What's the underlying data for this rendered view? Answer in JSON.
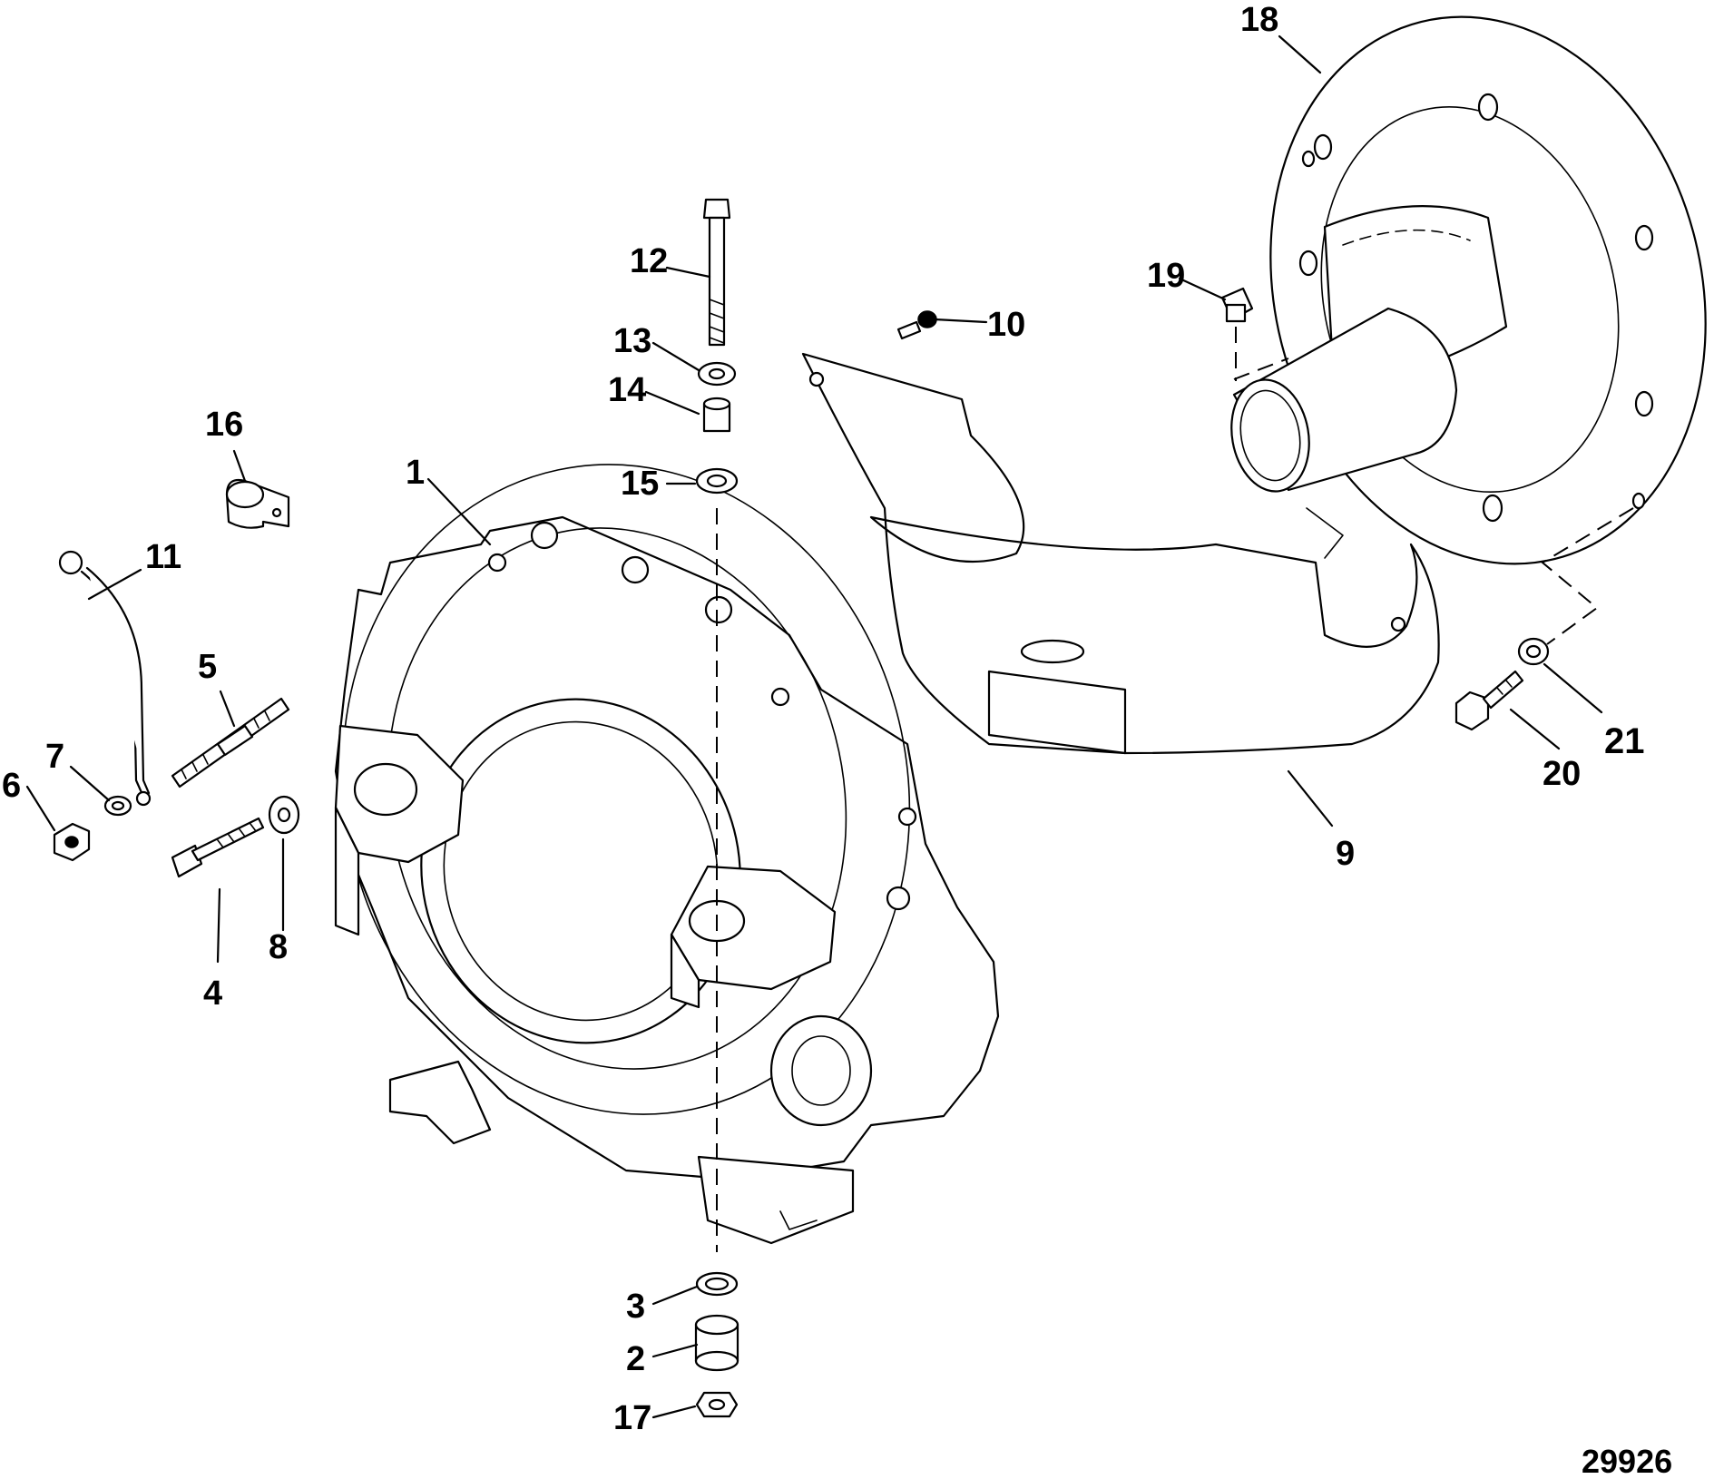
{
  "diagram": {
    "figure_number": "29926",
    "callouts": {
      "c1": "1",
      "c2": "2",
      "c3": "3",
      "c4": "4",
      "c5": "5",
      "c6": "6",
      "c7": "7",
      "c8": "8",
      "c9": "9",
      "c10": "10",
      "c11": "11",
      "c12": "12",
      "c13": "13",
      "c14": "14",
      "c15": "15",
      "c16": "16",
      "c17": "17",
      "c18": "18",
      "c19": "19",
      "c20": "20",
      "c21": "21"
    },
    "colors": {
      "line": "#000000",
      "background": "#ffffff"
    }
  }
}
